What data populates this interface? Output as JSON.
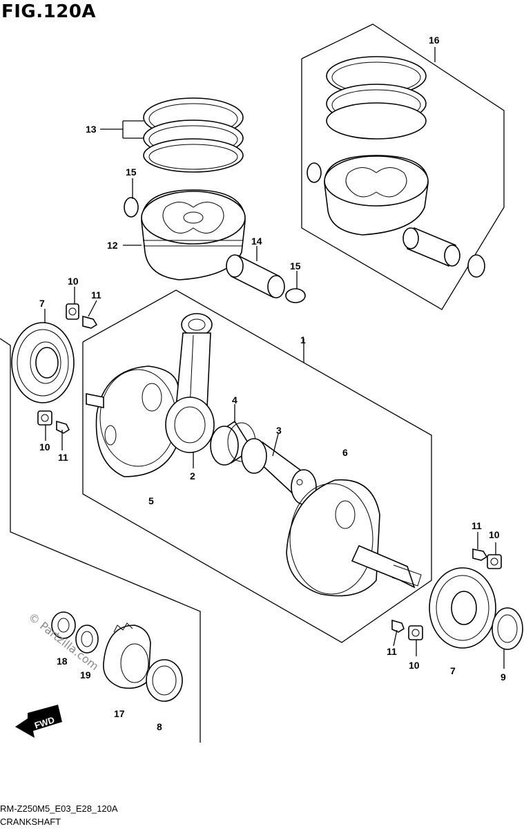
{
  "figure": {
    "title": "FIG.120A",
    "code": "RM-Z250M5_E03_E28_120A",
    "name": "CRANKSHAFT"
  },
  "watermark": "© Partzilla.com",
  "direction_marker": "FWD",
  "callouts": [
    "1",
    "2",
    "3",
    "4",
    "5",
    "6",
    "7",
    "8",
    "9",
    "10",
    "11",
    "12",
    "13",
    "14",
    "15",
    "16",
    "17",
    "18",
    "19"
  ]
}
